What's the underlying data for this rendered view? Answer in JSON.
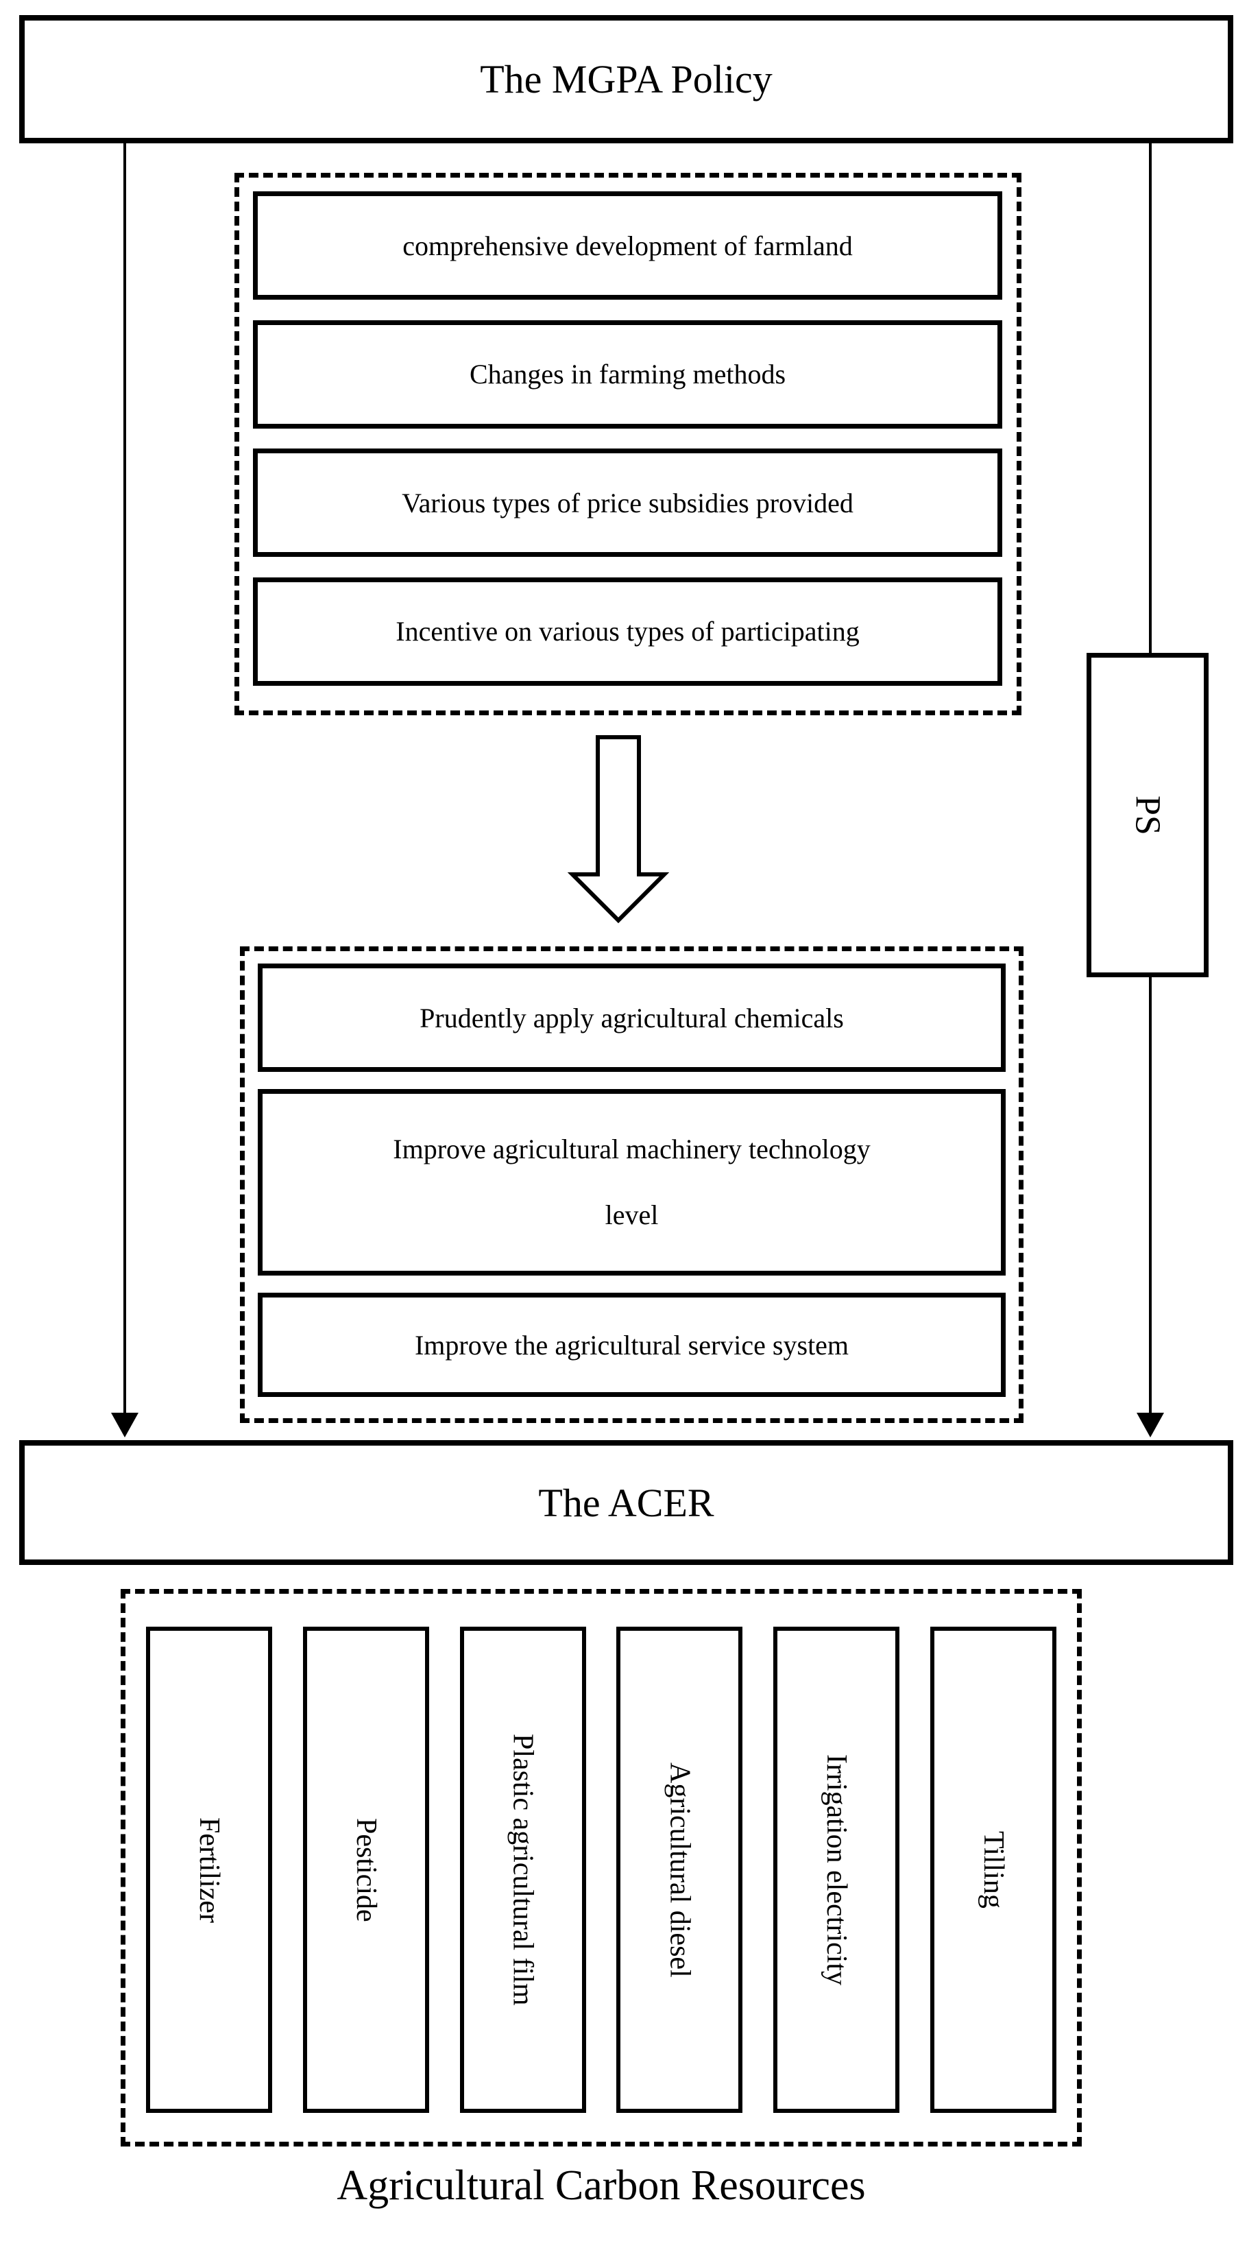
{
  "diagram": {
    "colors": {
      "ink": "#000000",
      "paper": "#ffffff"
    },
    "mgpa_box": {
      "label": "The MGPA Policy"
    },
    "policy_measures": {
      "items": [
        "comprehensive development of farmland",
        "Changes in farming methods",
        "Various types of price subsidies provided",
        "Incentive on various types of participating"
      ]
    },
    "ps_box": {
      "label": "PS"
    },
    "outcome_measures": {
      "items": [
        "Prudently apply agricultural chemicals",
        "Improve agricultural machinery technology level",
        "Improve the agricultural service system"
      ]
    },
    "acer_box": {
      "label": "The ACER"
    },
    "carbon_resources": {
      "items": [
        "Fertilizer",
        "Pesticide",
        "Plastic agricultural film",
        "Agricultural diesel",
        "Irrigation electricity",
        "Tilling"
      ],
      "caption": "Agricultural Carbon Resources"
    }
  }
}
